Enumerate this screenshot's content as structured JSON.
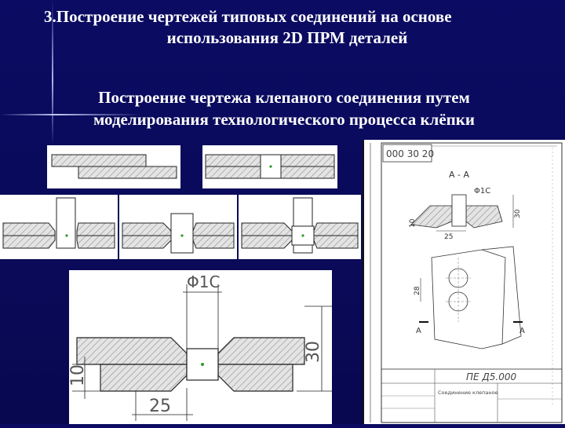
{
  "slide": {
    "title_line1": "3.Построение чертежей типовых соединений на основе",
    "title_line2": "использования 2D ПРМ деталей",
    "subtitle_line1": "Построение чертежа клепаного соединения путем",
    "subtitle_line2": "моделирования технологического процесса клёпки"
  },
  "detail_drawing": {
    "dim_diameter": "Φ1C",
    "dim_height": "30",
    "dim_left": "10",
    "dim_bottom": "25"
  },
  "sheet_drawing": {
    "stamp_code": "000 30 20",
    "section_label": "А - А",
    "dim_diameter": "Φ1C",
    "dim_height": "30",
    "dim_left": "10",
    "dim_bottom": "25",
    "dim_pitch": "28",
    "cut_left": "А",
    "cut_right": "А",
    "title_code": "ПЕ Д5.000",
    "title_name": "Соединение клепаное"
  },
  "colors": {
    "background": "#0b0b63",
    "hatch": "#b8b8b8",
    "line": "#222222",
    "rivet_dot": "#2e9a2e"
  }
}
